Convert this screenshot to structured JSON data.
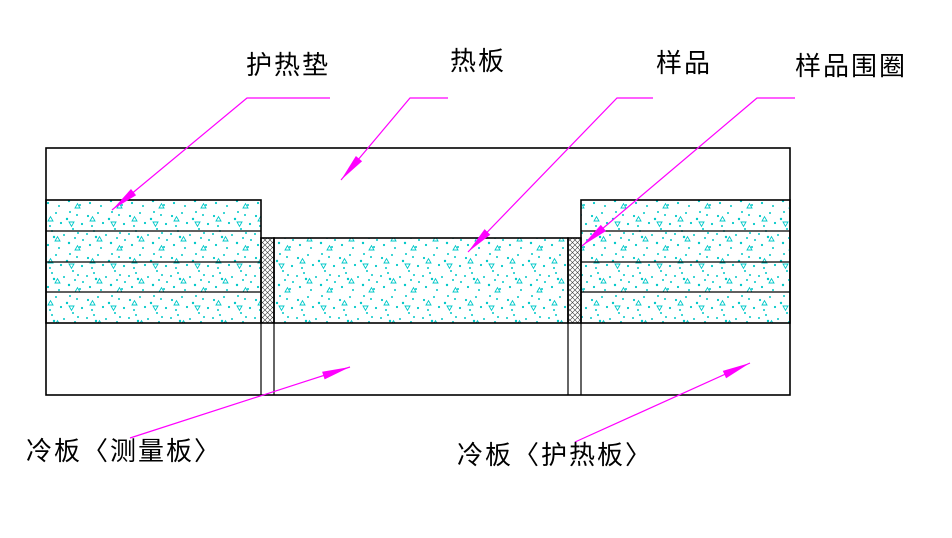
{
  "diagram": {
    "labels": {
      "guard_pad": "护热垫",
      "hot_plate": "热板",
      "sample": "样品",
      "sample_ring": "样品围圈",
      "cold_plate_measuring": "冷板〈测量板〉",
      "cold_plate_guard": "冷板〈护热板〉"
    },
    "colors": {
      "outline": "#000000",
      "leader": "#FF00FF",
      "speckle": "#00C8C8",
      "background": "#FFFFFF"
    }
  }
}
